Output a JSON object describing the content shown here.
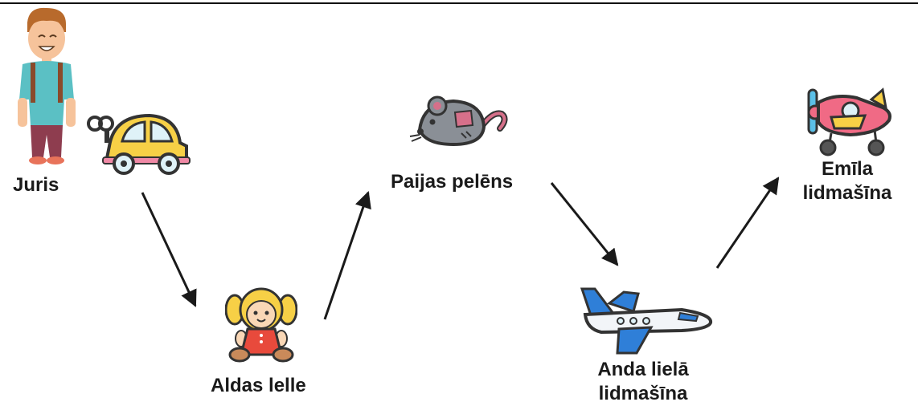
{
  "nodes": [
    {
      "id": "juris",
      "label": "Juris",
      "icon": "boy-icon"
    },
    {
      "id": "car",
      "label": "",
      "icon": "wind-up-car-icon"
    },
    {
      "id": "alda",
      "label": "Aldas lelle",
      "icon": "doll-icon"
    },
    {
      "id": "paija",
      "label": "Paijas pelēns",
      "icon": "toy-mouse-icon"
    },
    {
      "id": "anda",
      "label_line1": "Anda lielā",
      "label_line2": "lidmašīna",
      "icon": "airplane-icon"
    },
    {
      "id": "emils",
      "label_line1": "Emīla",
      "label_line2": "lidmašīna",
      "icon": "toy-plane-icon"
    }
  ],
  "edges": [
    {
      "from": "car",
      "to": "alda"
    },
    {
      "from": "alda",
      "to": "paija"
    },
    {
      "from": "paija",
      "to": "anda"
    },
    {
      "from": "anda",
      "to": "emils"
    }
  ],
  "colors": {
    "arrow": "#1a1a1a",
    "car": "#f7d046",
    "doll_dress": "#e84a3c",
    "doll_hair": "#f7d046",
    "mouse": "#8a8f96",
    "plane_blue": "#2f7fd8",
    "toy_plane_pink": "#f06a85"
  }
}
